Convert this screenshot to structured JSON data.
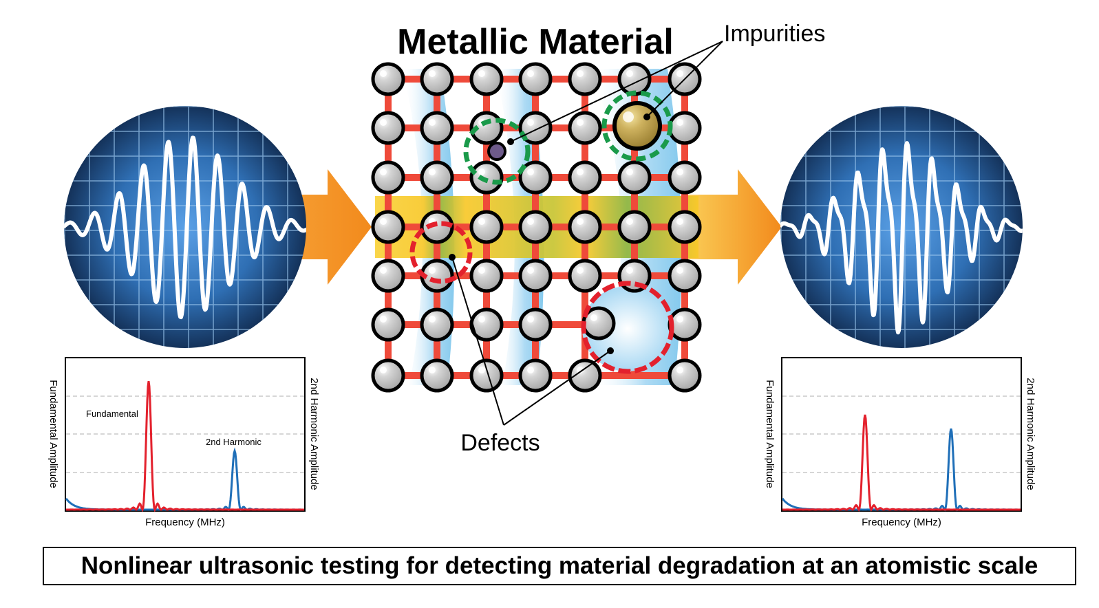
{
  "title": "Metallic Material",
  "impurities_label": "Impurities",
  "defects_label": "Defects",
  "caption": "Nonlinear ultrasonic testing for detecting material degradation at an atomistic scale",
  "left_spectrum": {
    "y_left_label": "Fundamental Amplitude",
    "y_right_label": "2nd Harmonic Amplitude",
    "x_label": "Frequency (MHz)",
    "fundamental_label": "Fundamental",
    "harmonic_label": "2nd Harmonic",
    "fundamental_peak": 0.92,
    "harmonic_peak": 0.42
  },
  "right_spectrum": {
    "y_left_label": "Fundamental Amplitude",
    "y_right_label": "2nd Harmonic Amplitude",
    "x_label": "Frequency (MHz)",
    "fundamental_peak": 0.68,
    "harmonic_peak": 0.58
  },
  "colors": {
    "lattice_bond": "#ef4a3a",
    "arrow": "#f28a1c",
    "beam": "#f8c829",
    "impurity_ring": "#1a9a4a",
    "defect_ring": "#e3212d",
    "fundamental": "#e3212d",
    "harmonic": "#1f6fb8",
    "scope_bg": "#2f6fb4"
  }
}
